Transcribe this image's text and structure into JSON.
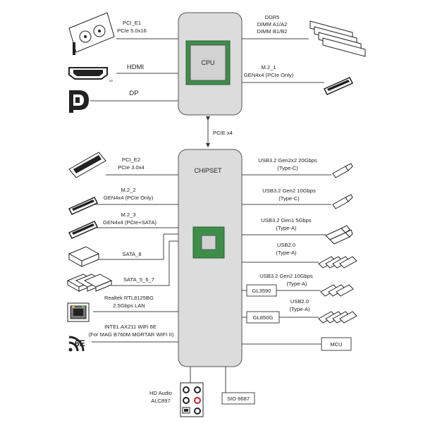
{
  "cpu": {
    "title": "CPU"
  },
  "chipset": {
    "title": "CHIPSET"
  },
  "link": {
    "label": "PCIE x4"
  },
  "cpu_left": [
    {
      "line1": "PCI_E1",
      "line2": "PCIe 5.0x16",
      "icon": "graphics-card-icon"
    },
    {
      "line1": "HDMI",
      "line2": "",
      "icon": "hdmi-logo-icon"
    },
    {
      "line1": "DP",
      "line2": "",
      "icon": "displayport-logo-icon"
    }
  ],
  "cpu_right": [
    {
      "line1": "DDR5",
      "line2": "DIMM A1/A2",
      "line3": "DIMM B1/B2",
      "icon": "ram-modules-icon"
    },
    {
      "line1": "M.2_1",
      "line2": "GEN4x4 (PCIe Only)",
      "line3": "",
      "icon": "m2-ssd-icon"
    }
  ],
  "chipset_left": [
    {
      "line1": "PCI_E2",
      "line2": "PCIe 3.0x4",
      "icon": "pcie-slot-icon"
    },
    {
      "line1": "M.2_2",
      "line2": "GEN4x4 (PCIe Only)",
      "icon": "m2-ssd-icon"
    },
    {
      "line1": "M.2_3",
      "line2": "GEN4x4 (PCIe+SATA)",
      "icon": "m2-ssd-icon"
    },
    {
      "line1": "SATA_8",
      "line2": "",
      "icon": "sata-drive-icon"
    },
    {
      "line1": "SATA_5_6_7",
      "line2": "",
      "icon": "sata-drives-icon"
    },
    {
      "line1": "Realtek RTL8125BG",
      "line2": "2.5Gbps LAN",
      "icon": "ethernet-port-icon"
    },
    {
      "line1": "INTEL AX211 WiFi 6E",
      "line2": "(For MAG B760M MORTAR WIFI II)",
      "icon": "wifi-6e-icon"
    }
  ],
  "wifi_badge": "6E",
  "chipset_right": [
    {
      "line1": "USB3.2 Gen2x2 20Gbps",
      "line2": "(Type-C)",
      "icon": "usb-c-plug-icon"
    },
    {
      "line1": "USB3.2 Gen2 10Gbps",
      "line2": "(Type-C)",
      "icon": "usb-c-plug-icon"
    },
    {
      "line1": "USB3.2 Gen1 5Gbps",
      "line2": "(Type-A)",
      "icon": "usb-a-plugs-icon"
    },
    {
      "line1": "USB2.0",
      "line2": "(Type-A)",
      "icon": "usb-a-plugs-icon"
    },
    {
      "line1": "USB3.2 Gen2 10Gbps",
      "line2": "(Type-A)",
      "icon": "usb-a-plugs-icon"
    },
    {
      "line1": "USB2.0",
      "line2": "(Type-A)",
      "icon": "usb-a-plugs-icon"
    }
  ],
  "hubs": {
    "gl3590": "GL3590",
    "gl850g": "GL850G"
  },
  "mcu": "MCU",
  "audio": {
    "line1": "HD Audio",
    "line2": "ALC897",
    "icon": "audio-jacks-icon"
  },
  "sio": "SIO 6687"
}
